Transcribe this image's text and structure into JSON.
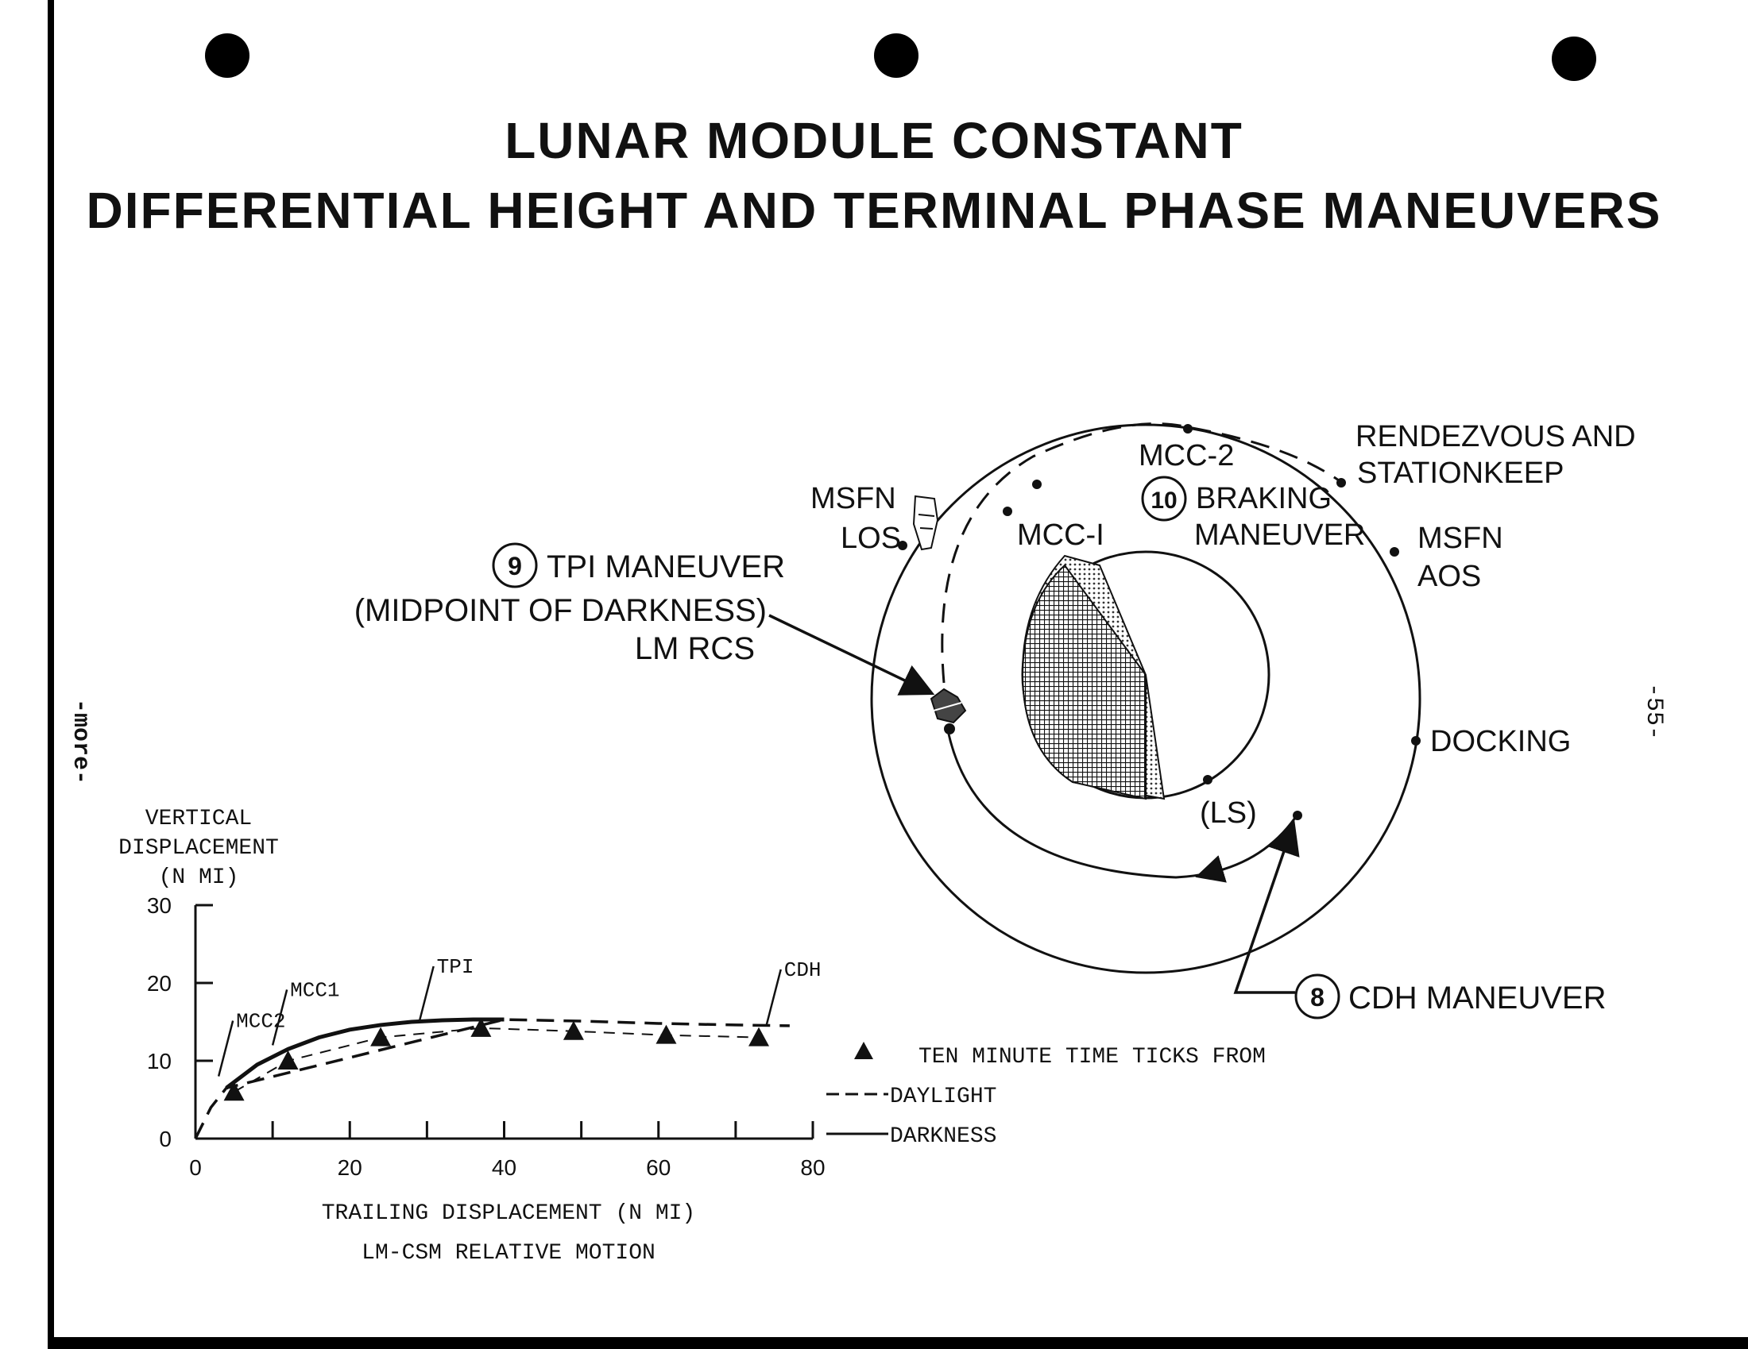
{
  "title": {
    "line1": "LUNAR MODULE CONSTANT",
    "line2": "DIFFERENTIAL HEIGHT AND TERMINAL PHASE MANEUVERS"
  },
  "orbit_diagram": {
    "labels": {
      "msfn_los": [
        "MSFN",
        "LOS"
      ],
      "tpi": [
        "TPI MANEUVER",
        "(MIDPOINT OF DARKNESS)",
        "LM RCS"
      ],
      "tpi_number": "9",
      "mcc1": "MCC-I",
      "mcc2": "MCC-2",
      "braking": [
        "BRAKING",
        "MANEUVER"
      ],
      "braking_number": "10",
      "rendezvous": [
        "RENDEZVOUS AND",
        "STATIONKEEP"
      ],
      "msfn_aos": [
        "MSFN",
        "AOS"
      ],
      "docking": "DOCKING",
      "ls": "(LS)",
      "cdh": "CDH MANEUVER",
      "cdh_number": "8"
    }
  },
  "chart_data": {
    "type": "line",
    "title": "",
    "xlabel": "TRAILING DISPLACEMENT (N MI)",
    "subtitle": "LM-CSM RELATIVE MOTION",
    "ylabel": [
      "VERTICAL",
      "DISPLACEMENT",
      "(N MI)"
    ],
    "xlim": [
      0,
      80
    ],
    "ylim": [
      0,
      30
    ],
    "xticks": [
      0,
      20,
      40,
      60,
      80
    ],
    "yticks": [
      0,
      10,
      20,
      30
    ],
    "series": [
      {
        "name": "DARKNESS",
        "style": "solid",
        "x": [
          4,
          8,
          12,
          16,
          20,
          24,
          28,
          32,
          36,
          40
        ],
        "y": [
          6.5,
          9.5,
          11.5,
          13,
          14,
          14.6,
          15,
          15.2,
          15.3,
          15.3
        ]
      },
      {
        "name": "DAYLIGHT",
        "style": "dashed",
        "x": [
          0,
          2,
          4,
          40,
          50,
          60,
          70,
          77
        ],
        "y": [
          0,
          4,
          6.5,
          15.3,
          15.1,
          14.8,
          14.6,
          14.5
        ]
      }
    ],
    "time_ticks": {
      "x": [
        5,
        12,
        24,
        37,
        49,
        61,
        73
      ],
      "y": [
        6,
        10,
        13,
        14.2,
        13.8,
        13.3,
        13
      ]
    },
    "annotations": [
      {
        "text": "MCC2",
        "x": 3,
        "y": 8
      },
      {
        "text": "MCC1",
        "x": 10,
        "y": 12
      },
      {
        "text": "TPI",
        "x": 29,
        "y": 15
      },
      {
        "text": "CDH",
        "x": 74,
        "y": 14.6
      }
    ],
    "legend": [
      {
        "symbol": "triangle",
        "text": "TEN MINUTE TIME TICKS FROM"
      },
      {
        "symbol": "dashed",
        "text": "DAYLIGHT"
      },
      {
        "symbol": "solid",
        "text": "DARKNESS"
      }
    ],
    "grid": false
  },
  "page": {
    "side_left": "-more-",
    "side_right": "-55-"
  }
}
